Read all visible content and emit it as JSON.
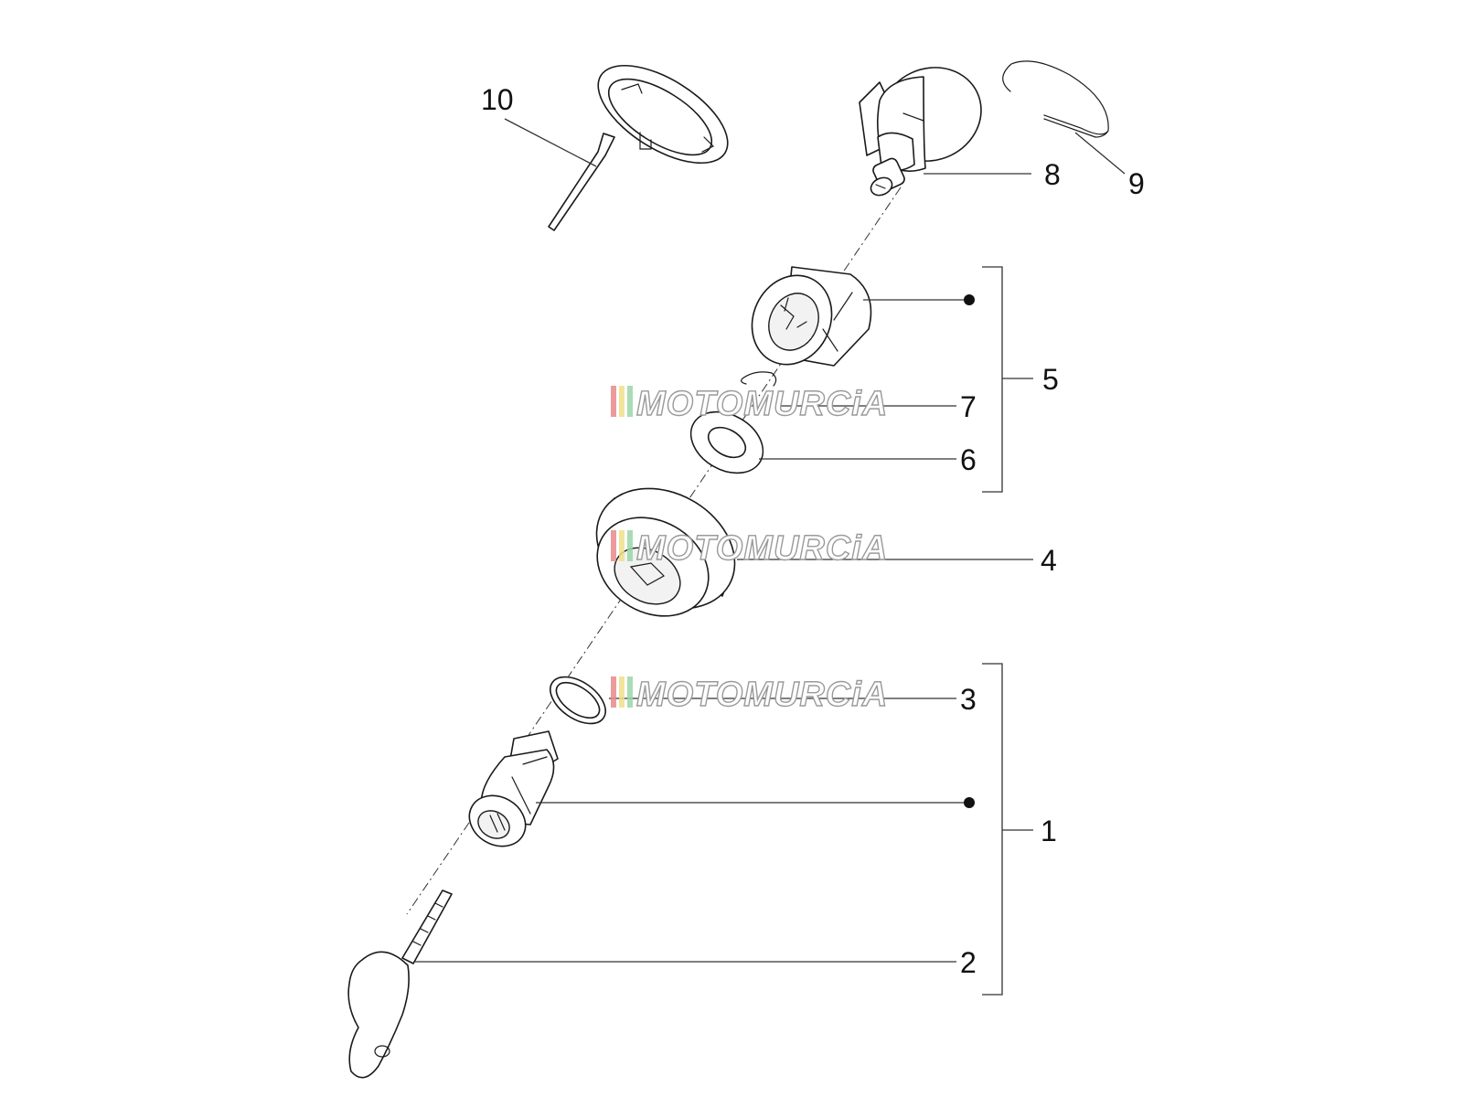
{
  "callouts": {
    "c1": "1",
    "c2": "2",
    "c3": "3",
    "c4": "4",
    "c5": "5",
    "c6": "6",
    "c7": "7",
    "c8": "8",
    "c9": "9",
    "c10": "10"
  },
  "watermark": {
    "text": "MOTOMURCiA",
    "stripe_colors": [
      "#e88a8a",
      "#f0e08a",
      "#9ad6a8"
    ]
  },
  "colors": {
    "line": "#1a1a1a",
    "background": "#ffffff"
  }
}
